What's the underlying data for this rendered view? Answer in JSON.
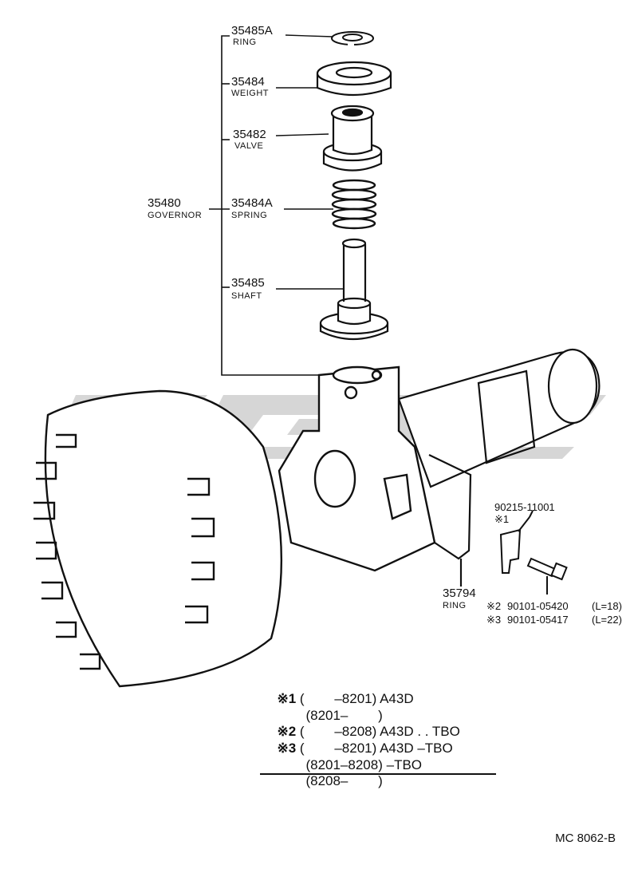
{
  "parts": [
    {
      "number": "35485A",
      "name": "RING"
    },
    {
      "number": "35484",
      "name": "WEIGHT"
    },
    {
      "number": "35482",
      "name": "VALVE"
    },
    {
      "number": "35484A",
      "name": "SPRING"
    },
    {
      "number": "35485",
      "name": "SHAFT"
    }
  ],
  "assembly": {
    "number": "35480",
    "name": "GOVERNOR"
  },
  "ring2": {
    "number": "35794",
    "name": "RING"
  },
  "clip": {
    "number": "90215-11001",
    "mark": "※1"
  },
  "bolts": [
    {
      "mark": "※2",
      "number": "90101-05420",
      "length": "(L=18)"
    },
    {
      "mark": "※3",
      "number": "90101-05417",
      "length": "(L=22)"
    }
  ],
  "notes": [
    {
      "mark": "※1",
      "range": "(        –8201)",
      "spec": "A43D"
    },
    {
      "mark": "",
      "range": "(8201–        )",
      "spec": ""
    },
    {
      "mark": "※2",
      "range": "(        –8208)",
      "spec": "A43D . . TBO"
    },
    {
      "mark": "※3",
      "range": "(        –8201)",
      "spec": "A43D –TBO"
    },
    {
      "mark": "",
      "range": "(8201–8208)",
      "spec": "–TBO"
    },
    {
      "mark": "",
      "range": "(8208–        )",
      "spec": ""
    }
  ],
  "footer_code": "MC  8062-B"
}
